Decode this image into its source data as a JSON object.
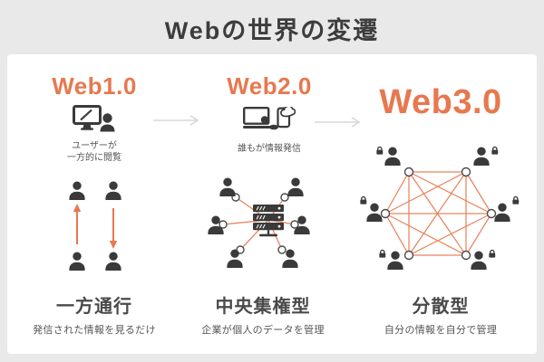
{
  "title": "Webの世界の変遷",
  "colors": {
    "accent_orange": "#E8784F",
    "mesh_line_orange": "#E8845C",
    "icon_dark": "#3A3A3A",
    "page_background": "#E9E9E9",
    "card_background": "#FFFFFF",
    "title_text": "#3D3D3D",
    "caption_text": "#4A4A4A",
    "body_text": "#555555",
    "flow_arrow_gray": "#D9D9D9"
  },
  "columns": [
    {
      "heading": "Web1.0",
      "icon": "desktop-user-icon",
      "icon_caption_line1": "ユーザーが",
      "icon_caption_line2": "一方的に閲覧",
      "diagram": "one-way-arrows-between-users",
      "caption": "一方通行",
      "description": "発信された情報を見るだけ"
    },
    {
      "heading": "Web2.0",
      "icon": "laptop-smartphone-cloud-icon",
      "icon_caption_line1": "誰もが情報発信",
      "diagram": "central-server-hub-with-six-users",
      "caption": "中央集権型",
      "description": "企業が個人のデータを管理"
    },
    {
      "heading": "Web3.0",
      "diagram": "fully-connected-mesh-of-six-users-with-locks",
      "caption": "分散型",
      "description": "自分の情報を自分で管理"
    }
  ]
}
